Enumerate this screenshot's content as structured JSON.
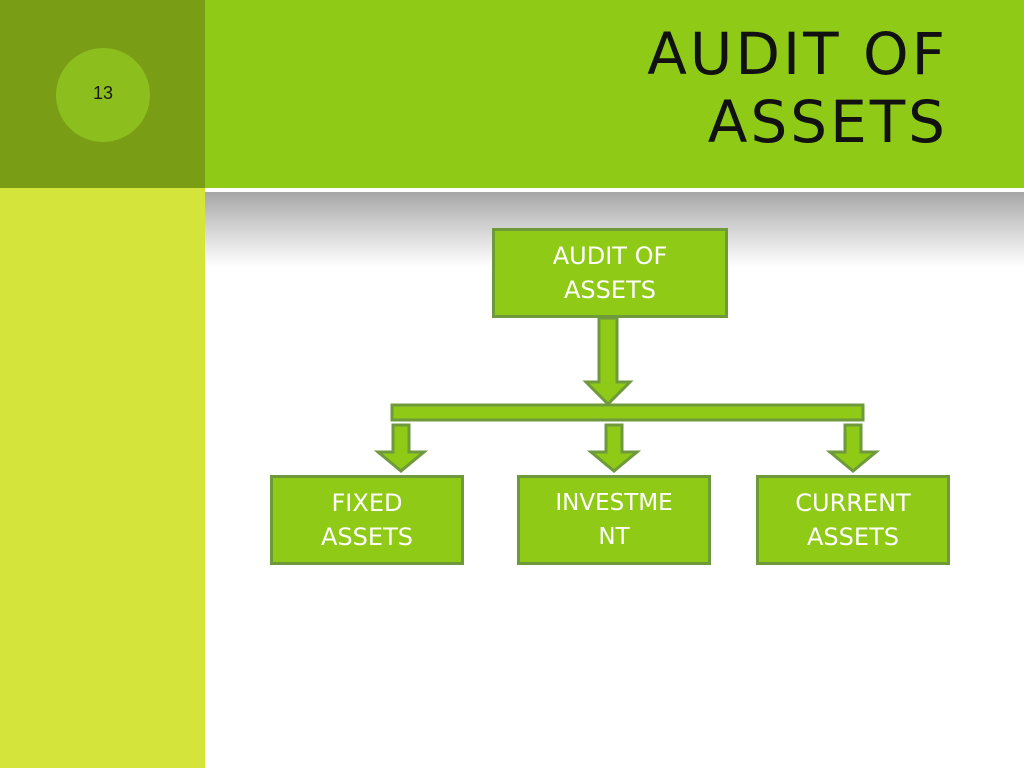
{
  "slide": {
    "number": "13",
    "title": "AUDIT OF\nASSETS"
  },
  "diagram": {
    "root": {
      "label": "AUDIT OF\nASSETS"
    },
    "children": [
      {
        "label": "FIXED\nASSETS"
      },
      {
        "label": "INVESTME\nNT"
      },
      {
        "label": "CURRENT\nASSETS"
      }
    ]
  },
  "colors": {
    "header_green": "#8fca17",
    "corner_green": "#7a9d16",
    "sidebar_yellow_green": "#d4e43a",
    "node_fill": "#8fca17",
    "node_border": "#6f9a3c",
    "connector_fill": "#8fca17",
    "connector_outline": "#6f9a3c"
  }
}
